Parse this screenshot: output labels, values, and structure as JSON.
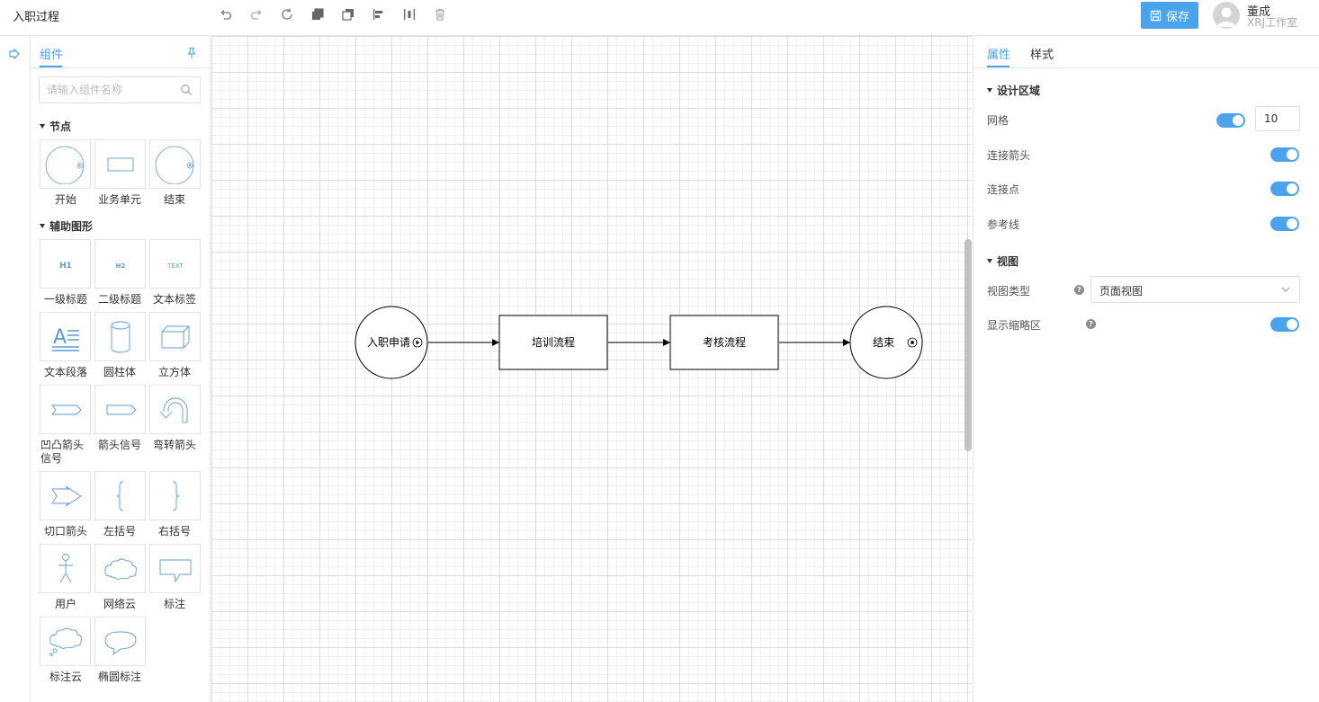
{
  "header": {
    "title": "入职过程",
    "save_label": "保存",
    "user_name": "董成",
    "user_org": "XRJ工作室"
  },
  "left_panel": {
    "tab_label": "组件",
    "search_placeholder": "请输入组件名称",
    "sections": [
      {
        "title": "节点",
        "items": [
          {
            "label": "开始",
            "icon": "start-circle-icon"
          },
          {
            "label": "业务单元",
            "icon": "rectangle-icon"
          },
          {
            "label": "结束",
            "icon": "end-circle-icon"
          }
        ]
      },
      {
        "title": "辅助图形",
        "items": [
          {
            "label": "一级标题",
            "icon": "h1-icon",
            "glyph": "H1"
          },
          {
            "label": "二级标题",
            "icon": "h2-icon",
            "glyph": "H2"
          },
          {
            "label": "文本标签",
            "icon": "text-icon",
            "glyph": "TEXT"
          },
          {
            "label": "文本段落",
            "icon": "paragraph-icon"
          },
          {
            "label": "圆柱体",
            "icon": "cylinder-icon"
          },
          {
            "label": "立方体",
            "icon": "cube-icon"
          },
          {
            "label": "凹凸箭头信号",
            "icon": "notched-arrow-icon"
          },
          {
            "label": "箭头信号",
            "icon": "arrow-signal-icon"
          },
          {
            "label": "弯转箭头",
            "icon": "u-turn-arrow-icon"
          },
          {
            "label": "切口箭头",
            "icon": "notch-arrow-icon"
          },
          {
            "label": "左括号",
            "icon": "left-brace-icon"
          },
          {
            "label": "右括号",
            "icon": "right-brace-icon"
          },
          {
            "label": "用户",
            "icon": "user-icon"
          },
          {
            "label": "网络云",
            "icon": "cloud-icon"
          },
          {
            "label": "标注",
            "icon": "callout-icon"
          },
          {
            "label": "标注云",
            "icon": "cloud-callout-icon"
          },
          {
            "label": "椭圆标注",
            "icon": "ellipse-callout-icon"
          }
        ]
      }
    ]
  },
  "canvas": {
    "nodes": [
      {
        "type": "start",
        "label": "入职申请"
      },
      {
        "type": "task",
        "label": "培训流程"
      },
      {
        "type": "task",
        "label": "考核流程"
      },
      {
        "type": "end",
        "label": "结束"
      }
    ]
  },
  "right_panel": {
    "tabs": [
      "属性",
      "样式"
    ],
    "design_section": "设计区域",
    "grid_label": "网格",
    "grid_value": "10",
    "arrow_label": "连接箭头",
    "point_label": "连接点",
    "guide_label": "参考线",
    "view_section": "视图",
    "view_type_label": "视图类型",
    "view_type_value": "页面视图",
    "minimap_label": "显示缩略区",
    "help_glyph": "?"
  },
  "colors": {
    "accent": "#4aa3ec",
    "icon_blue": "#5b9bd5"
  }
}
